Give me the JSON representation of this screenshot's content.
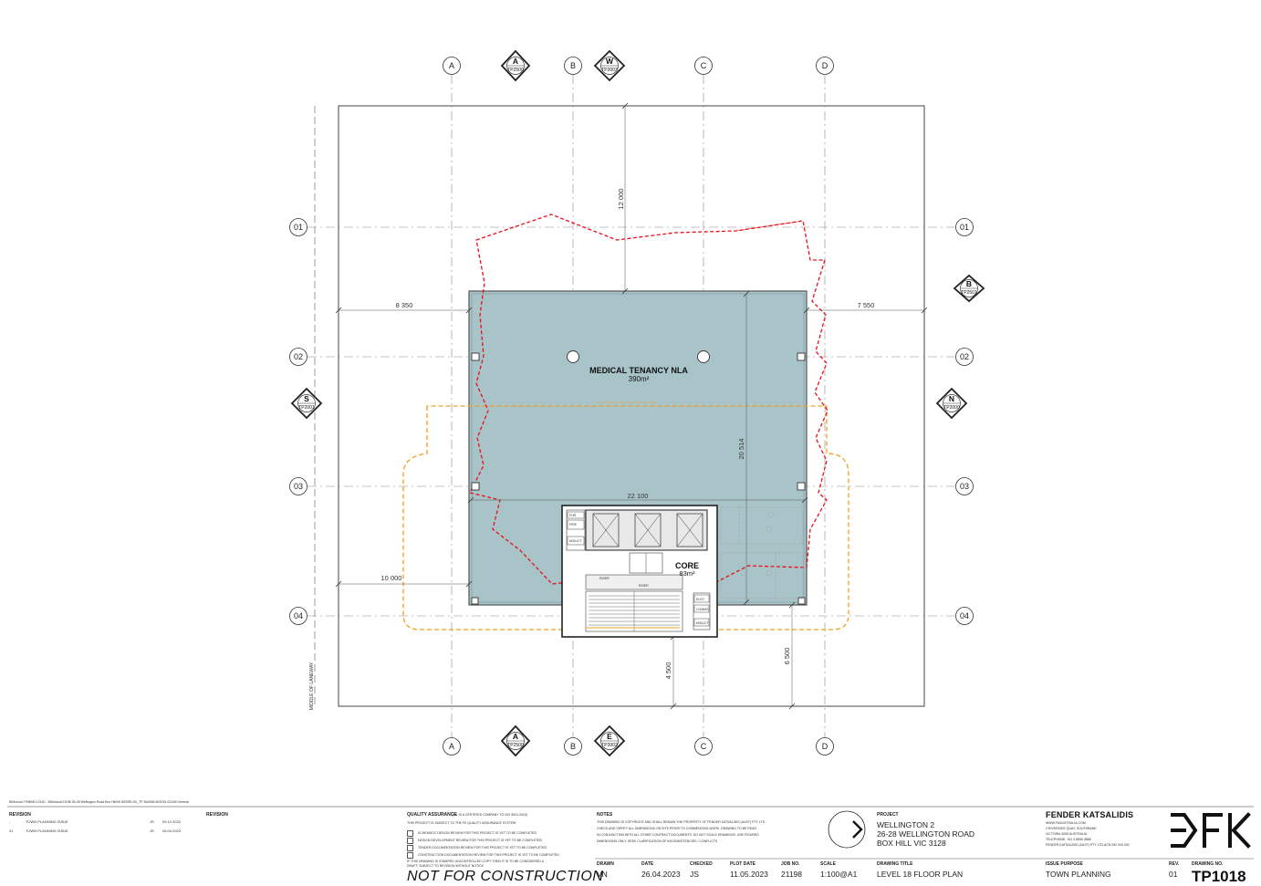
{
  "grids": {
    "columns": [
      "A",
      "B",
      "C",
      "D"
    ],
    "rows": [
      "01",
      "02",
      "03",
      "04"
    ]
  },
  "section_markers": {
    "top_a": {
      "letter": "A",
      "ref": "TP2500"
    },
    "top_w": {
      "letter": "W",
      "ref": "TP2003"
    },
    "right_b": {
      "letter": "B",
      "ref": "TP2501"
    },
    "left_s": {
      "letter": "S",
      "ref": "TP2001"
    },
    "right_n": {
      "letter": "N",
      "ref": "TP2000"
    },
    "bottom_a": {
      "letter": "A",
      "ref": "TP2500"
    },
    "bottom_e": {
      "letter": "E",
      "ref": "TP2002"
    }
  },
  "dimensions": {
    "top_setback": "12 000",
    "left_setback": "8 350",
    "right_setback": "7 550",
    "floor_depth": "20 514",
    "floor_width": "22 100",
    "left_lower": "10 000",
    "core_bottom": "4 500",
    "right_bottom": "6 500"
  },
  "rooms": {
    "tenancy_name": "MEDICAL TENANCY NLA",
    "tenancy_area": "390m²",
    "core_name": "CORE",
    "core_area": "83m²"
  },
  "annotations": {
    "laneway": "MIDDLE OF LANEWAY"
  },
  "title_block": {
    "bim_path": "BIMcloud: FKBIMCLOUD - BIMcloud/21198 26-28 Wellington Road Box Hill/00 MODEL/00_TP-SA/BIM MODEL/21198 General",
    "revision_heading": "REVISION",
    "revision_heading_2": "REVISION",
    "revisions": [
      {
        "marker": "-",
        "description": "TOWN PLANNING ISSUE",
        "by": "JS",
        "date": "09.12.2022"
      },
      {
        "marker": "01",
        "description": "TOWN PLANNING ISSUE",
        "by": "JS",
        "date": "26.04.2023"
      }
    ],
    "qa_heading": "QUALITY ASSURANCE",
    "qa_cert": "(FK IS A CERTIFIED COMPANY TO ISO 9001:2015)",
    "qa_subject": "THIS PROJECT IS SUBJECT TO THE FK QUALITY ASSURANCE SYSTEM",
    "qa_items": [
      "SCHEMATIC DESIGN REVIEW FOR THIS PROJECT IS YET TO BE COMPLETED",
      "DESIGN DEVELOPMENT REVIEW FOR THIS PROJECT IS YET TO BE COMPLETED",
      "TENDER DOCUMENTATION REVIEW FOR THIS PROJECT IS YET TO BE COMPLETED",
      "CONSTRUCTION DOCUMENTATION REVIEW FOR THIS PROJECT IS YET TO BE COMPLETED"
    ],
    "qa_note_1": "IF THIS DRAWING IS STAMPED UNCONTROLLED COPY THEN IT IS TO BE CONSIDERED A",
    "qa_note_2": "DRAFT, SUBJECT TO REVISION WITHOUT NOTICE",
    "not_for_construction": "NOT FOR CONSTRUCTION",
    "notes_heading": "NOTES",
    "notes": [
      "THIS DRAWING IS COPYRIGHT AND SHALL REMAIN THE PROPERTY OF FENDER KATSALIDIS (AUST) PTY LTD",
      "CHECK AND VERIFY ALL DIMENSIONS ON SITE PRIOR TO COMMENCING WORK. DRAWING TO BE READ",
      "IN CONJUNCTION WITH ALL OTHER CONTRACT DOCUMENTS. DO NOT SCALE DRAWINGS. USE FIGURED",
      "DIMENSIONS ONLY. SEEK CLARIFICATION OF INCONSISTENCIES / CONFLICTS"
    ],
    "drawn_label": "DRAWN",
    "drawn_value": "VN",
    "date_label": "DATE",
    "date_value": "26.04.2023",
    "checked_label": "CHECKED",
    "checked_value": "JS",
    "plot_label": "PLOT DATE",
    "plot_value": "11.05.2023",
    "job_label": "JOB NO.",
    "job_value": "21198",
    "scale_label": "SCALE",
    "scale_value": "1:100@A1",
    "project_label": "PROJECT",
    "project_line1": "WELLINGTON 2",
    "project_line2": "26-28 WELLINGTON ROAD",
    "project_line3": "BOX HILL VIC 3128",
    "title_label": "DRAWING TITLE",
    "title_value": "LEVEL 18 FLOOR PLAN",
    "firm_name": "FENDER KATSALIDIS",
    "firm_details": [
      "WWW.FKAUSTRALIA.COM",
      "2 RIVERSIDE QUAY, SOUTHBANK",
      "VICTORIA 3006 AUSTRALIA",
      "TELEPHONE: +61 3 8696 3888",
      "FENDER KATSALIDIS (AUST) PTY LTD ACN 092 943 032"
    ],
    "issue_label": "ISSUE PURPOSE",
    "issue_value": "TOWN PLANNING",
    "rev_label": "REV.",
    "rev_value": "01",
    "dwgno_label": "DRAWING NO.",
    "dwgno_value": "TP1018"
  }
}
